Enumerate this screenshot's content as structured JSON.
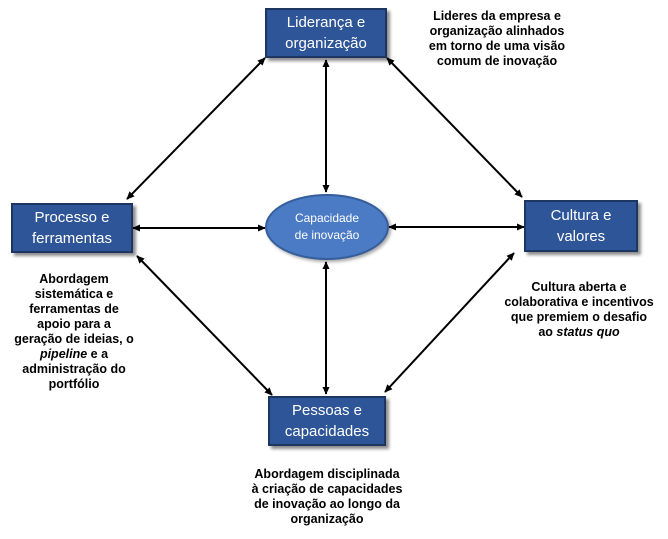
{
  "nodes": {
    "lideranca": {
      "line1": "Liderança e",
      "line2": "organização"
    },
    "processo": {
      "line1": "Processo e",
      "line2": "ferramentas"
    },
    "cultura": {
      "line1": "Cultura e",
      "line2": "valores"
    },
    "pessoas": {
      "line1": "Pessoas e",
      "line2": "capacidades"
    },
    "centro": {
      "line1": "Capacidade",
      "line2": "de inovação"
    }
  },
  "notes": {
    "lideranca": [
      "Lideres da empresa e",
      "organização alinhados",
      "em torno de uma visão",
      "comum de inovação"
    ],
    "processo": {
      "l1": "Abordagem",
      "l2": "sistemática e",
      "l3": "ferramentas de",
      "l4": "apoio para a",
      "l5": "geração de ideias, o",
      "l6_italic": "pipeline",
      "l6_rest": " e a",
      "l7": "administração do",
      "l8": "portfólio"
    },
    "cultura": {
      "l1": "Cultura aberta e",
      "l2": "colaborativa e incentivos",
      "l3": "que premiem o desafio",
      "l4_prefix": "ao ",
      "l4_italic": "status quo"
    },
    "pessoas": [
      "Abordagem disciplinada",
      "à criação de capacidades",
      "de inovação ao longo da",
      "organização"
    ]
  },
  "colors": {
    "box_fill": "#2E5597",
    "ellipse_fill": "#4B7BC4",
    "arrow": "#000000"
  }
}
